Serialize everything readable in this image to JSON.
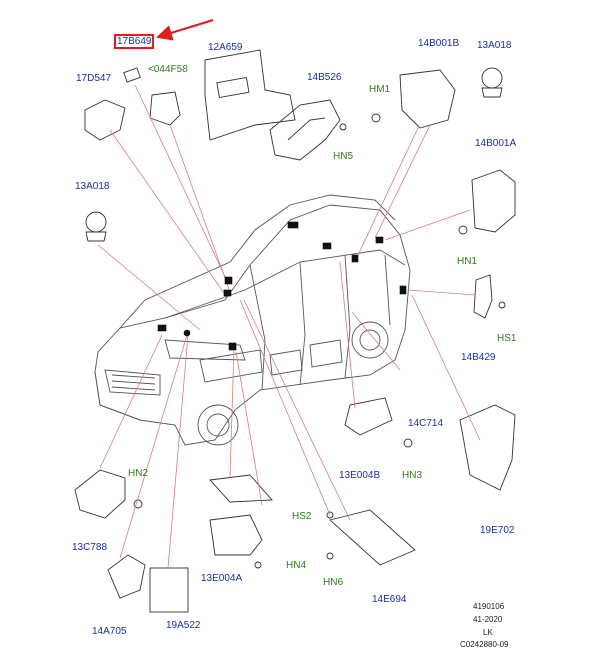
{
  "labels": {
    "l17B649": "17B649",
    "l044F58": "<044F58",
    "l12A659": "12A659",
    "l17D547": "17D547",
    "l14B526": "14B526",
    "lHM1": "HM1",
    "l14B001B": "14B001B",
    "l13A018a": "13A018",
    "lHN5": "HN5",
    "l13A018b": "13A018",
    "l14B001A": "14B001A",
    "lHN1": "HN1",
    "lHS1": "HS1",
    "l14B429": "14B429",
    "l14C714": "14C714",
    "l13E004B": "13E004B",
    "lHN3": "HN3",
    "lHN2": "HN2",
    "l13C788": "13C788",
    "lHS2": "HS2",
    "lHN4": "HN4",
    "l13E004A": "13E004A",
    "lHN6": "HN6",
    "l14E694": "14E694",
    "l19E702": "19E702",
    "l14A705": "14A705",
    "l19A522": "19A522"
  },
  "meta": {
    "line1": "4190106",
    "line2": "41-2020",
    "line3": "LK",
    "line4": "C0242880-09"
  },
  "colors": {
    "part_label": "#1a2fa0",
    "fastener_label": "#2e7d1d",
    "leader_line": "#e07a7a",
    "highlight": "#e01c1c"
  }
}
